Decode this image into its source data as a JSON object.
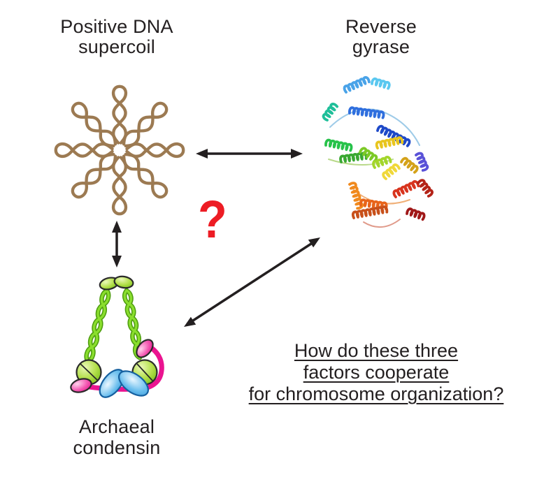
{
  "figure": {
    "background_color": "#ffffff",
    "text_color": "#231f20",
    "labels": {
      "supercoil": {
        "line1": "Positive DNA",
        "line2": "supercoil"
      },
      "gyrase": {
        "line1": "Reverse",
        "line2": "gyrase"
      },
      "condensin": {
        "line1": "Archaeal",
        "line2": "condensin"
      }
    },
    "question_mark": "?",
    "question_mark_color": "#ed1c24",
    "question": {
      "line1": "How do these three",
      "line2": "factors cooperate",
      "line3": "for chromosome organization?"
    },
    "illustration_colors": {
      "dna_supercoil_brown": "#9c7a52",
      "condensin_coil_green": "#8ade2e",
      "condensin_kleisin_magenta": "#ea1490",
      "condensin_subunit_blue": "#3c9fdd",
      "protein_rainbow": [
        "#5bc8f0",
        "#2f6fde",
        "#1e49c8",
        "#27c24a",
        "#e8c51e",
        "#f08a1e",
        "#d8341e",
        "#a01818"
      ],
      "arrow_black": "#231f20"
    }
  }
}
